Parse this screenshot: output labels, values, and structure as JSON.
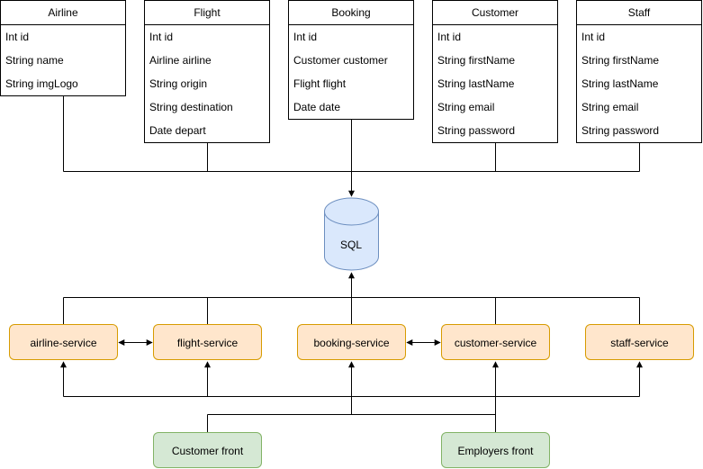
{
  "entities": [
    {
      "name": "Airline",
      "fields": [
        "Int id",
        "String name",
        "String imgLogo"
      ]
    },
    {
      "name": "Flight",
      "fields": [
        "Int id",
        "Airline airline",
        "String origin",
        "String destination",
        "Date depart"
      ]
    },
    {
      "name": "Booking",
      "fields": [
        "Int id",
        "Customer customer",
        "Flight flight",
        "Date date"
      ]
    },
    {
      "name": "Customer",
      "fields": [
        "Int id",
        "String firstName",
        "String lastName",
        "String email",
        "String password"
      ]
    },
    {
      "name": "Staff",
      "fields": [
        "Int id",
        "String firstName",
        "String lastName",
        "String email",
        "String password"
      ]
    }
  ],
  "database": {
    "label": "SQL"
  },
  "services": [
    "airline-service",
    "flight-service",
    "booking-service",
    "customer-service",
    "staff-service"
  ],
  "fronts": [
    "Customer front",
    "Employers front"
  ],
  "colors": {
    "service_fill": "#ffe6cc",
    "service_stroke": "#d79b00",
    "front_fill": "#d5e8d4",
    "front_stroke": "#82b366",
    "db_fill": "#dae8fc",
    "db_stroke": "#6c8ebf"
  }
}
